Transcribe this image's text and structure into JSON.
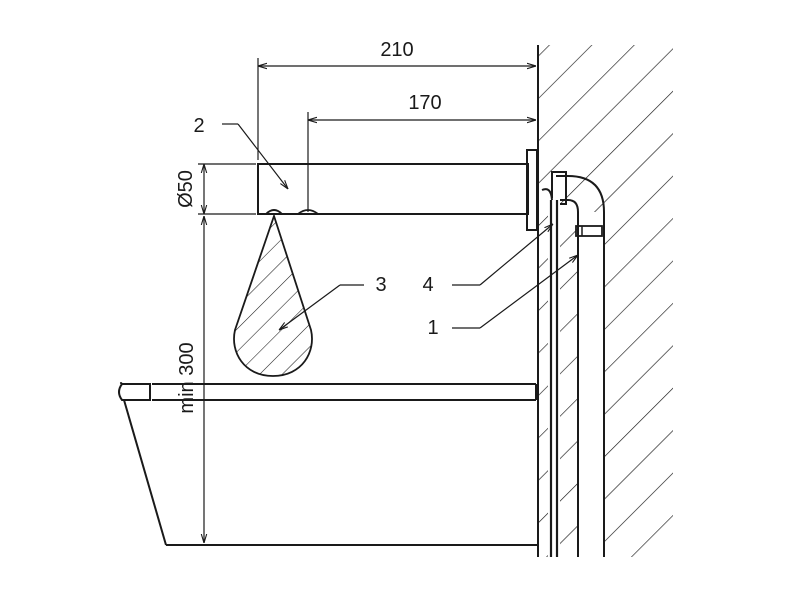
{
  "dimensions": {
    "overall_length": "210",
    "outlet_distance": "170",
    "spout_diameter": "Ø50",
    "min_height": "min 300"
  },
  "callouts": {
    "item_1": "1",
    "item_2": "2",
    "item_3": "3",
    "item_4": "4"
  }
}
